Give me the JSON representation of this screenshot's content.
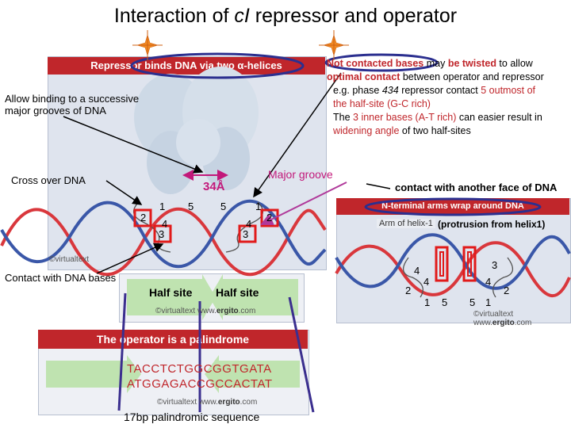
{
  "title": {
    "prefix": "Interaction of ",
    "italic": "cI",
    "suffix": " repressor and operator"
  },
  "panel_main": {
    "band": "Repressor binds DNA via two α-helices",
    "distance": "34Å"
  },
  "labels": {
    "allow_binding": "Allow binding to a successive major grooves of DNA",
    "cross_over": "Cross over DNA",
    "major_groove": "Major groove",
    "contact_bases": "Contact with DNA bases",
    "contact_face": "contact with another face of DNA",
    "protrusion": "(protrusion from helix1)",
    "arm_label": "Arm of helix-1",
    "palindrome": "17bp palindromic sequence"
  },
  "right_text": {
    "l1a": "Not contacted bases",
    "l1b": " may ",
    "l1c": "be twisted",
    "l1d": " to allow",
    "l2a": "optimal contact",
    "l2b": " between operator and repressor",
    "l3a": "e.g. phase ",
    "l3b": "434",
    "l3c": " repressor contact ",
    "l3d": "5 outmost of",
    "l4": "the half-site (G-C rich)",
    "l5a": "The ",
    "l5b": "3 inner bases (A-T rich)",
    "l5c": " can easier result in",
    "l6a": "widening angle",
    "l6b": " of two half-sites"
  },
  "panel_right": {
    "band": "N-terminal arms wrap around DNA"
  },
  "half_sites": {
    "left": "Half site",
    "right": "Half site"
  },
  "operator": {
    "band": "The operator is a palindrome",
    "top": "TACCTCTGGCGGTGATA",
    "bottom": "ATGGAGACCGCCACTAT"
  },
  "credits": {
    "virtual": "©virtualtext",
    "www": "www.",
    "brand": "ergito",
    "com": ".com"
  },
  "numbers": {
    "n1": "1",
    "n2": "2",
    "n3": "3",
    "n4": "4",
    "n5": "5"
  },
  "colors": {
    "accent": "#c0262b",
    "navy": "#2b2f8f",
    "panel": "#dfe4ee",
    "green": "#bfe3b0"
  }
}
